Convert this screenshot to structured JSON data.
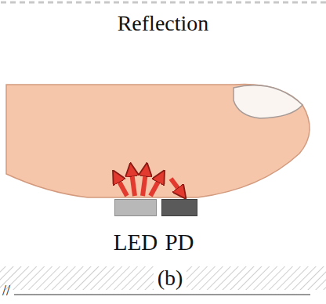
{
  "diagram": {
    "title": "Reflection",
    "caption": "(b)",
    "nodes": [
      {
        "text": [
          "LED"
        ]
      },
      {
        "text": [
          "PD"
        ]
      }
    ],
    "labels": [
      "//"
    ]
  }
}
